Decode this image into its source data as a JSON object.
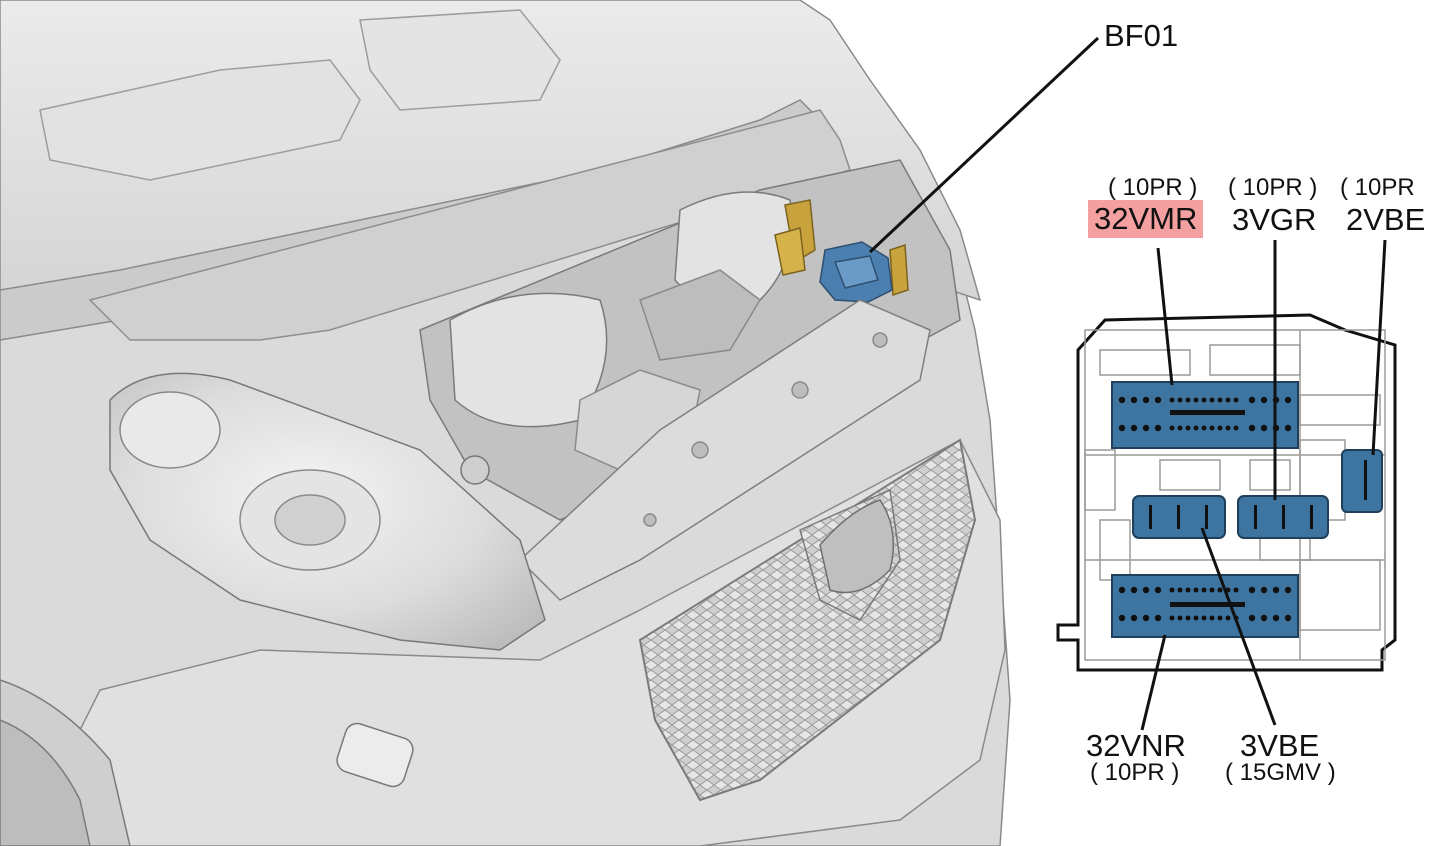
{
  "callout": {
    "bf01": "BF01"
  },
  "connectors": {
    "c32vmr": {
      "code": "32VMR",
      "spec": "( 10PR )",
      "highlight": "#f4a0a0"
    },
    "c3vgr": {
      "code": "3VGR",
      "spec": "( 10PR )"
    },
    "c2vbe": {
      "code": "2VBE",
      "spec": "( 10PR"
    },
    "c32vnr": {
      "code": "32VNR",
      "spec": "( 10PR )"
    },
    "c3vbe": {
      "code": "3VBE",
      "spec": "( 15GMV )"
    }
  },
  "colors": {
    "connector_fill": "#3d74a0",
    "component_fill": "#4a7fb0",
    "bracket_gold": "#c8a23c",
    "line": "#111111",
    "body_gray": "#d6d6d6"
  },
  "icons": [
    "vehicle-front-illustration",
    "fuse-box-diagram",
    "lion-emblem-icon"
  ]
}
